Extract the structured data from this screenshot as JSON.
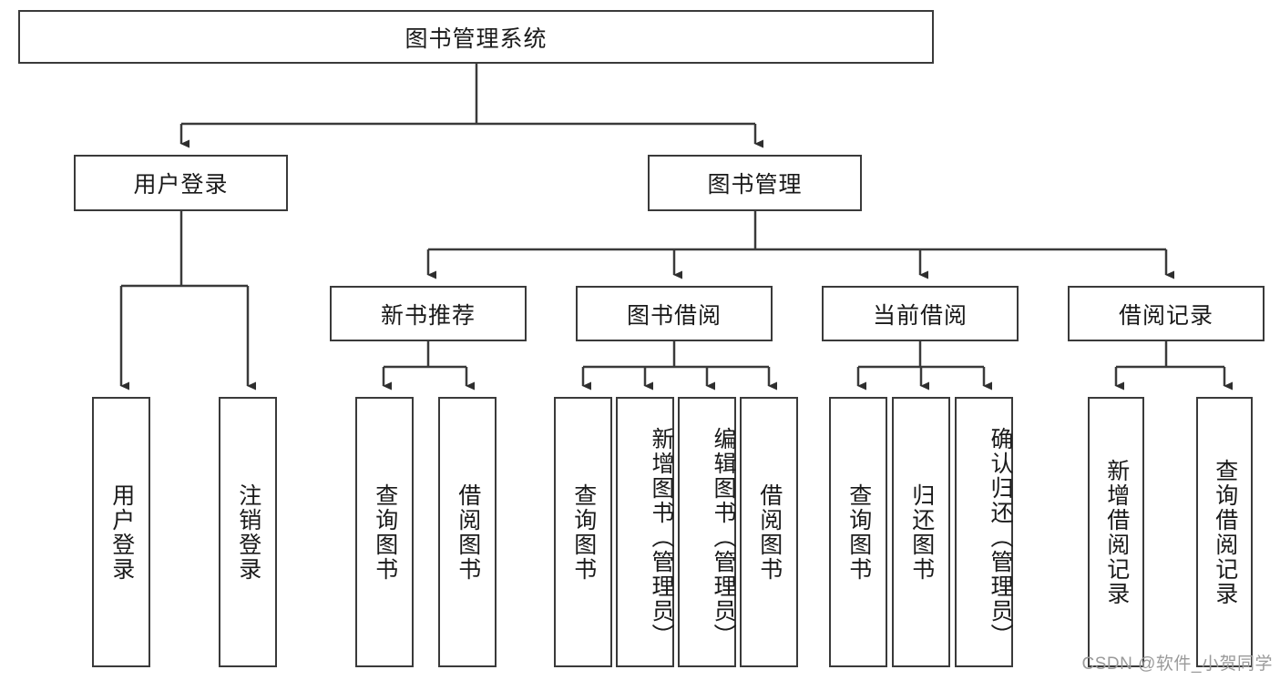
{
  "diagram": {
    "title": "图书管理系统",
    "root": {
      "label": "图书管理系统"
    },
    "level2": [
      {
        "label": "用户登录"
      },
      {
        "label": "图书管理"
      }
    ],
    "level3": [
      {
        "label": "新书推荐"
      },
      {
        "label": "图书借阅"
      },
      {
        "label": "当前借阅"
      },
      {
        "label": "借阅记录"
      }
    ],
    "leaves": [
      {
        "label": "用户登录",
        "parent": "用户登录"
      },
      {
        "label": "注销登录",
        "parent": "用户登录"
      },
      {
        "label": "查询图书",
        "parent": "新书推荐"
      },
      {
        "label": "借阅图书",
        "parent": "新书推荐"
      },
      {
        "label": "查询图书",
        "parent": "图书借阅"
      },
      {
        "label": "新增图书（管理员）",
        "parent": "图书借阅"
      },
      {
        "label": "编辑图书（管理员）",
        "parent": "图书借阅"
      },
      {
        "label": "借阅图书",
        "parent": "图书借阅"
      },
      {
        "label": "查询图书",
        "parent": "当前借阅"
      },
      {
        "label": "归还图书",
        "parent": "当前借阅"
      },
      {
        "label": "确认归还（管理员）",
        "parent": "当前借阅"
      },
      {
        "label": "新增借阅记录",
        "parent": "借阅记录"
      },
      {
        "label": "查询借阅记录",
        "parent": "借阅记录"
      }
    ],
    "watermark": "CSDN @软件_小贺同学",
    "colors": {
      "stroke": "#3a3a3a",
      "background": "#ffffff",
      "text": "#1a1a1a",
      "watermark": "#9a9a9a"
    }
  }
}
